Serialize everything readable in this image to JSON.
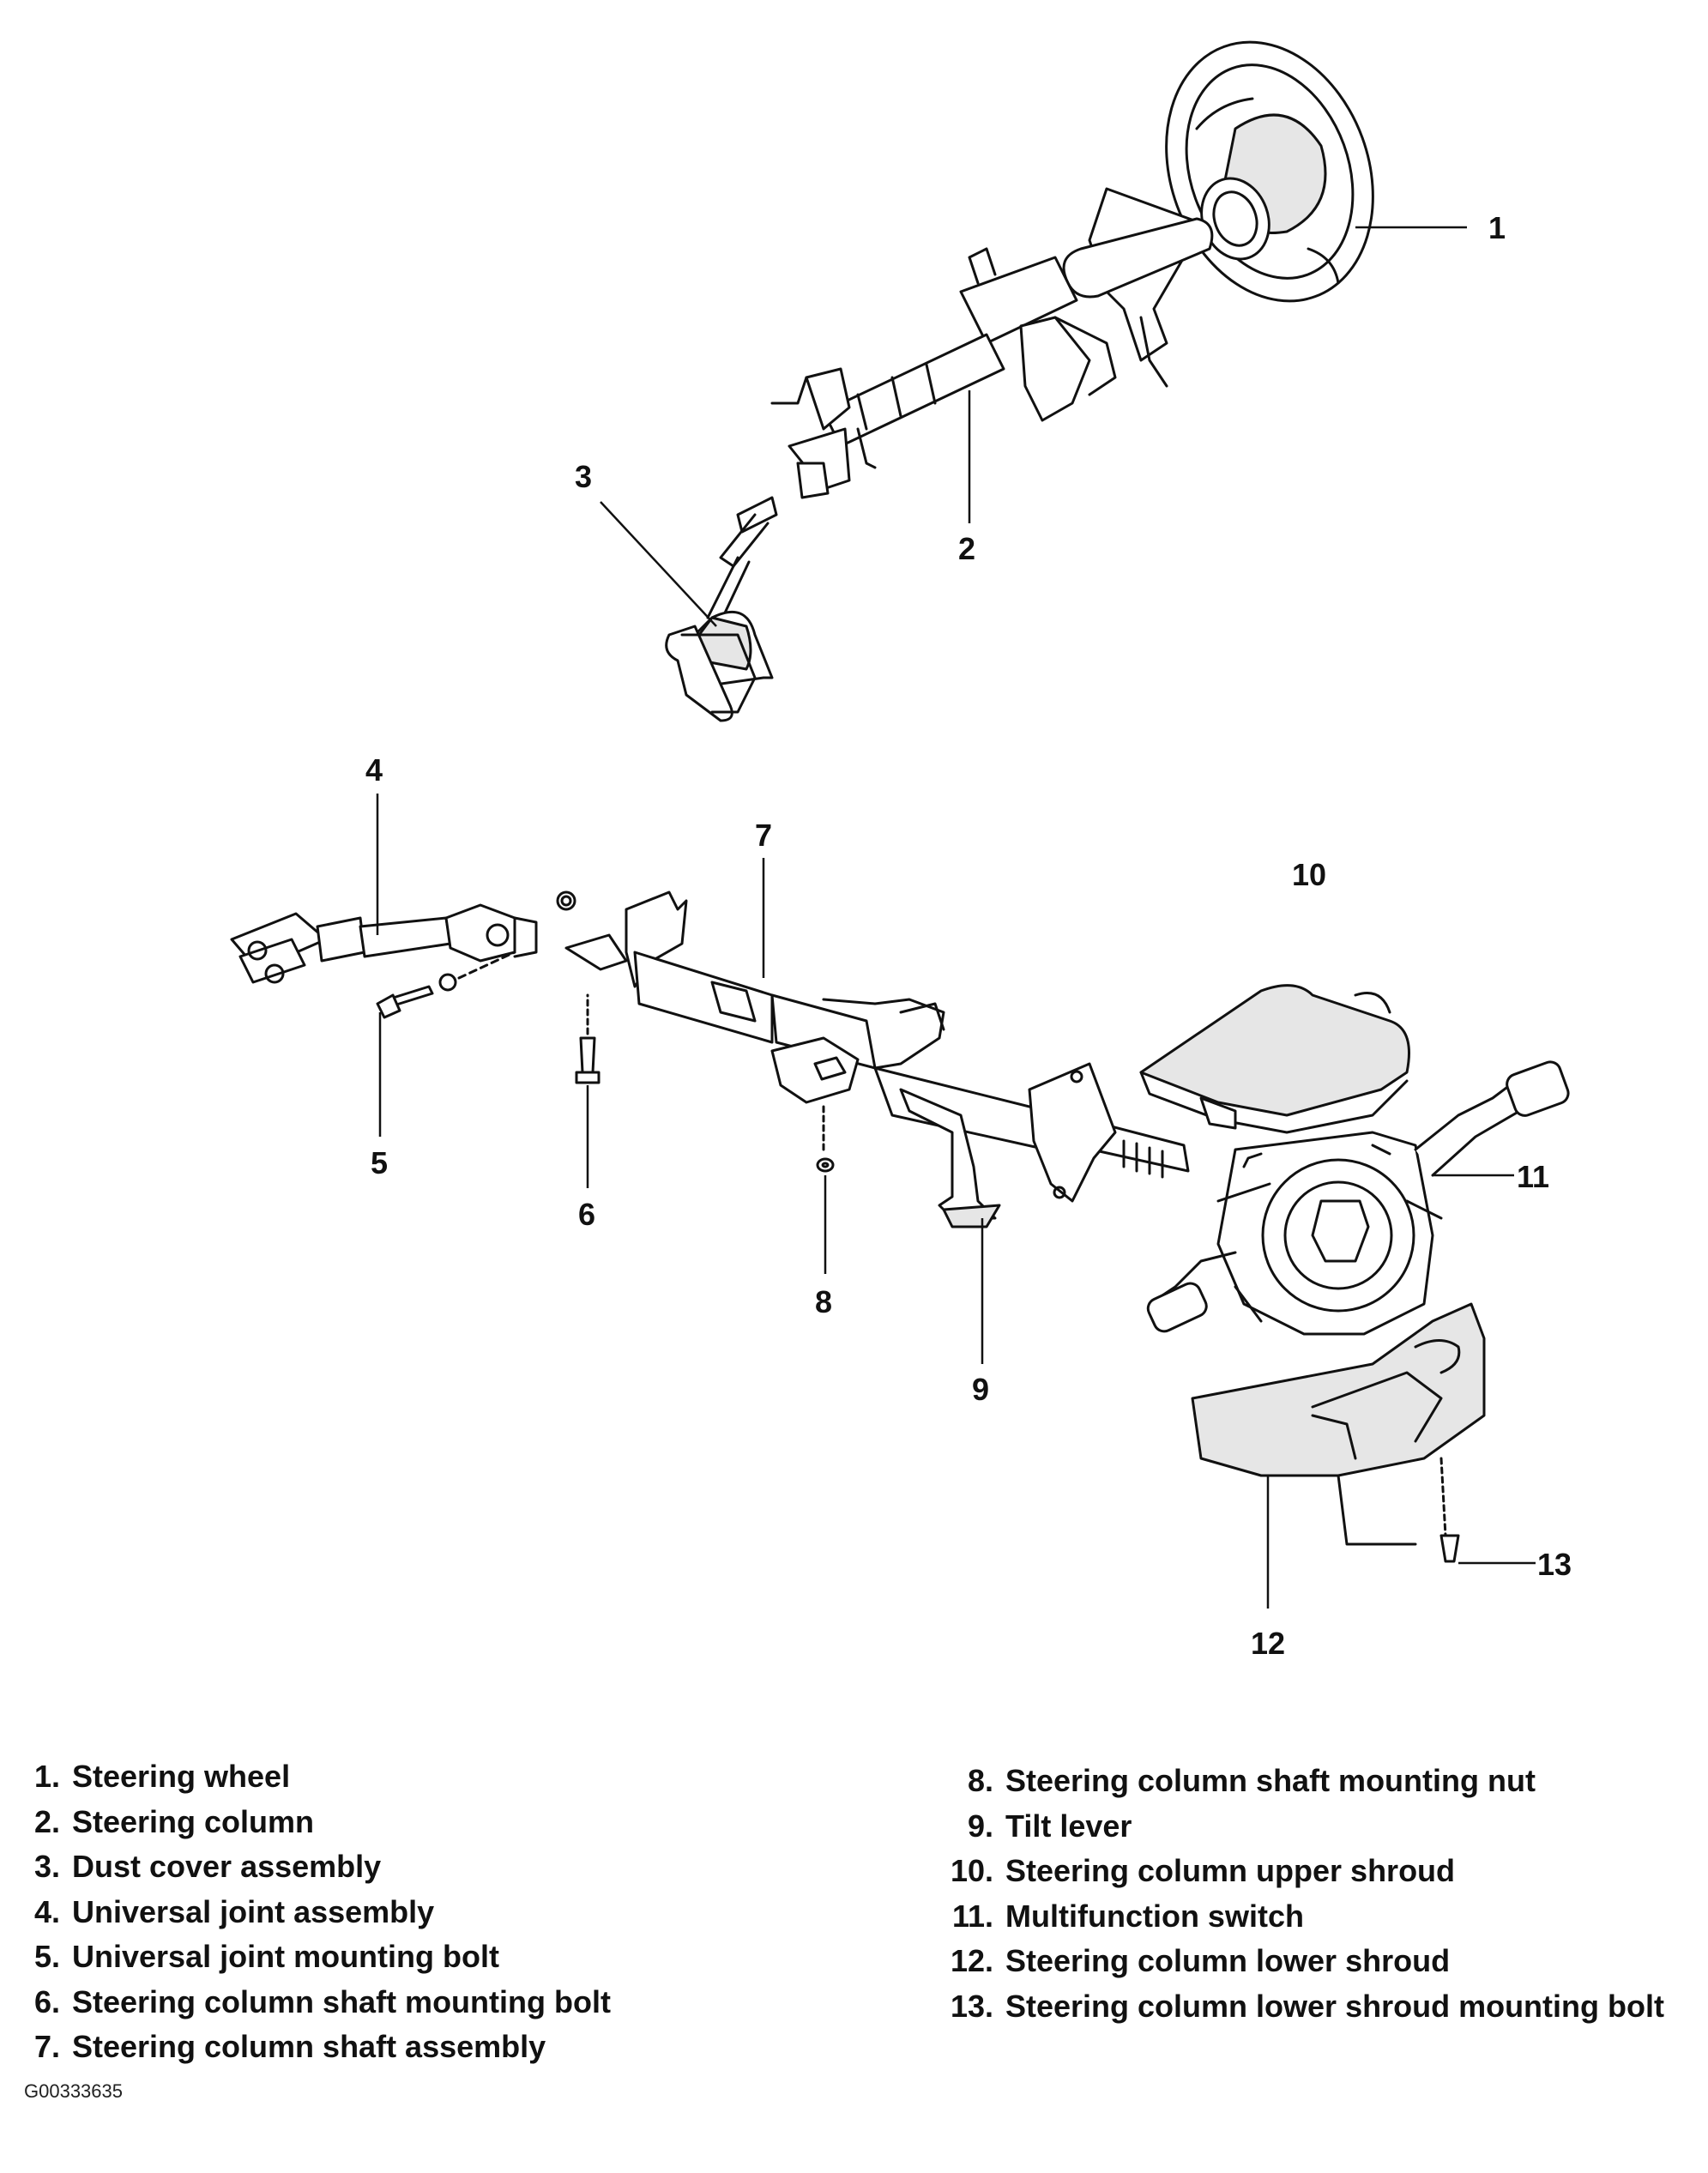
{
  "callouts": [
    "1",
    "2",
    "3",
    "4",
    "5",
    "6",
    "7",
    "8",
    "9",
    "10",
    "11",
    "12",
    "13"
  ],
  "legend_left": [
    {
      "num": "1.",
      "text": "Steering wheel"
    },
    {
      "num": "2.",
      "text": "Steering column"
    },
    {
      "num": "3.",
      "text": "Dust cover assembly"
    },
    {
      "num": "4.",
      "text": "Universal joint assembly"
    },
    {
      "num": "5.",
      "text": "Universal joint mounting bolt"
    },
    {
      "num": "6.",
      "text": "Steering column shaft mounting bolt"
    },
    {
      "num": "7.",
      "text": "Steering column shaft assembly"
    }
  ],
  "legend_right": [
    {
      "num": "8.",
      "text": "Steering column shaft mounting nut"
    },
    {
      "num": "9.",
      "text": "Tilt lever"
    },
    {
      "num": "10.",
      "text": "Steering column upper shroud"
    },
    {
      "num": "11.",
      "text": "Multifunction switch"
    },
    {
      "num": "12.",
      "text": "Steering column lower shroud"
    },
    {
      "num": "13.",
      "text": "Steering column lower shroud mounting bolt"
    }
  ],
  "figure_code": "G00333635",
  "colors": {
    "line": "#111111",
    "shade": "#e6e6e6",
    "background": "#ffffff"
  }
}
